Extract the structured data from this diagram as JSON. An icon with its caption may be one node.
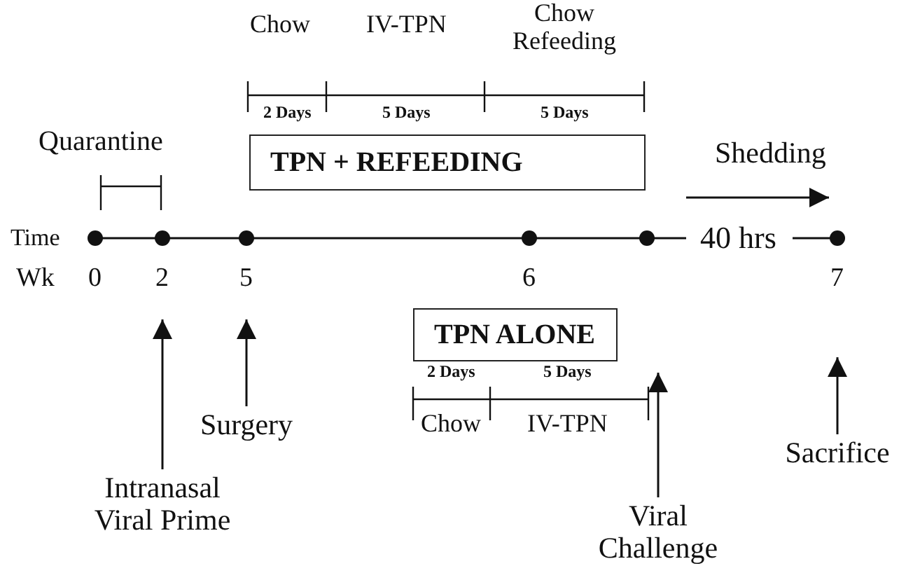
{
  "diagram": {
    "nodes": [
      {
        "text": [
          "TPN + REFEEDING"
        ]
      },
      {
        "text": [
          "TPN ALONE"
        ]
      },
      {
        "text": [
          "Intranasal Viral Prime"
        ]
      },
      {
        "text": [
          "Surgery"
        ]
      },
      {
        "text": [
          "Viral Challenge"
        ]
      },
      {
        "text": [
          "Sacrifice"
        ]
      }
    ],
    "edges": [
      {
        "from": 2,
        "to": null,
        "arrow": "to"
      },
      {
        "from": 3,
        "to": null,
        "arrow": "to"
      },
      {
        "from": 4,
        "to": null,
        "arrow": "to"
      },
      {
        "from": 5,
        "to": null,
        "arrow": "to"
      }
    ],
    "labels": [
      "Chow",
      "IV-TPN",
      "Chow Refeeding",
      "2 Days",
      "5 Days",
      "5 Days",
      "Quarantine",
      "Shedding",
      "Time",
      "40 hrs",
      "Wk",
      "0",
      "2",
      "5",
      "6",
      "7",
      "2 Days",
      "5 Days",
      "Chow",
      "IV-TPN"
    ]
  }
}
